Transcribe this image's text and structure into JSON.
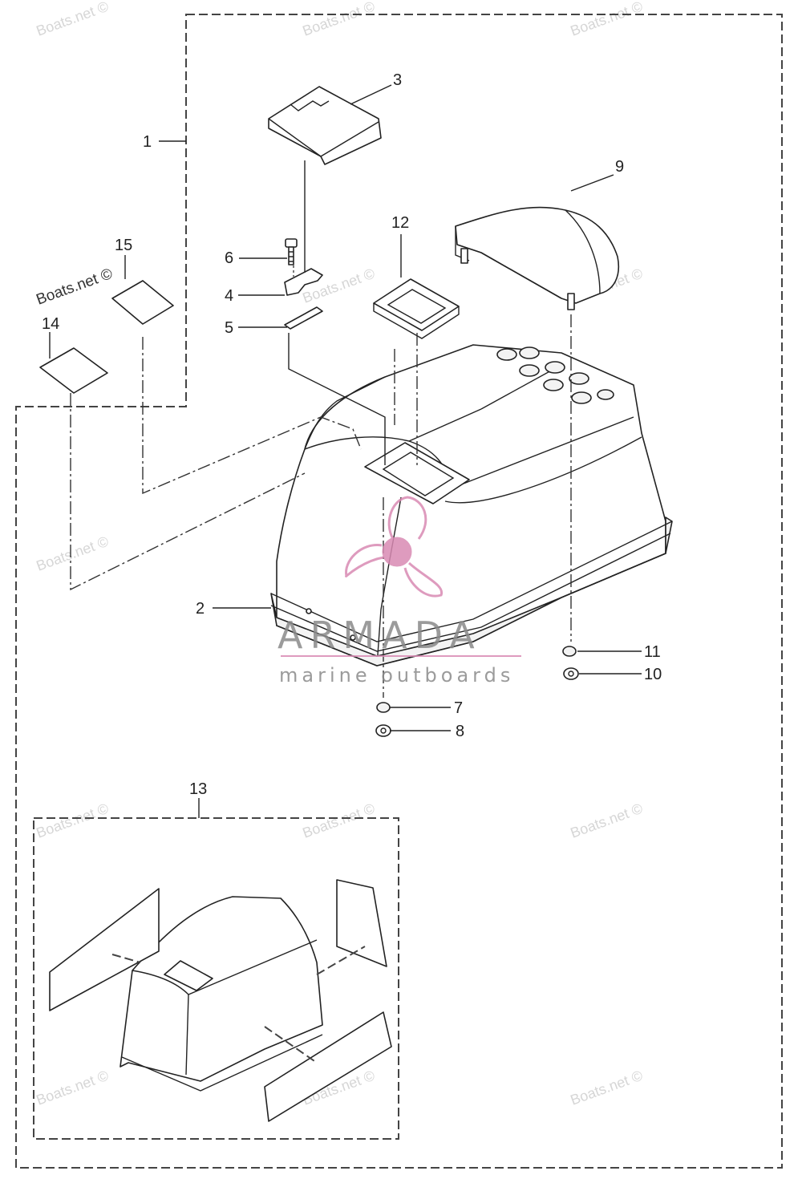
{
  "callouts": {
    "c1": "1",
    "c2": "2",
    "c3": "3",
    "c4": "4",
    "c5": "5",
    "c6": "6",
    "c7": "7",
    "c8": "8",
    "c9": "9",
    "c10": "10",
    "c11": "11",
    "c12": "12",
    "c13": "13",
    "c14": "14",
    "c15": "15"
  },
  "watermarks": {
    "site": "Boats.net ©",
    "site_label": "Boats.net ©"
  },
  "brand": {
    "name": "ARMADA",
    "tagline": "marine outboards",
    "color": "#d98ab3"
  }
}
